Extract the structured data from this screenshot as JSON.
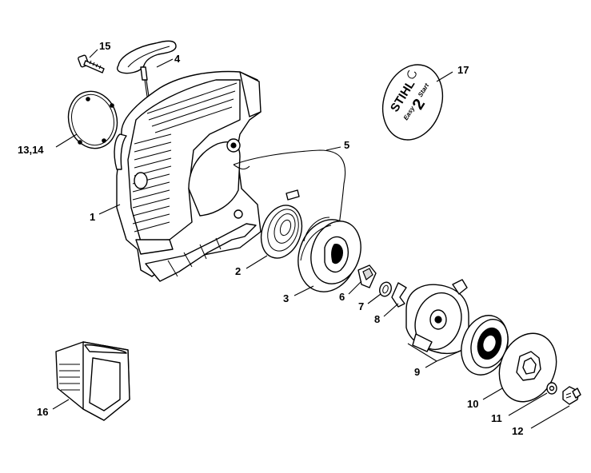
{
  "logo": {
    "brand": "STIHL",
    "tagline_1": "Easy",
    "tagline_2": "2",
    "tagline_3": "Start"
  },
  "callouts": {
    "c1": "1",
    "c2": "2",
    "c3": "3",
    "c4": "4",
    "c5": "5",
    "c6": "6",
    "c7": "7",
    "c8": "8",
    "c9": "9",
    "c10": "10",
    "c11": "11",
    "c12": "12",
    "c13_14": "13,14",
    "c15": "15",
    "c16": "16",
    "c17": "17"
  }
}
